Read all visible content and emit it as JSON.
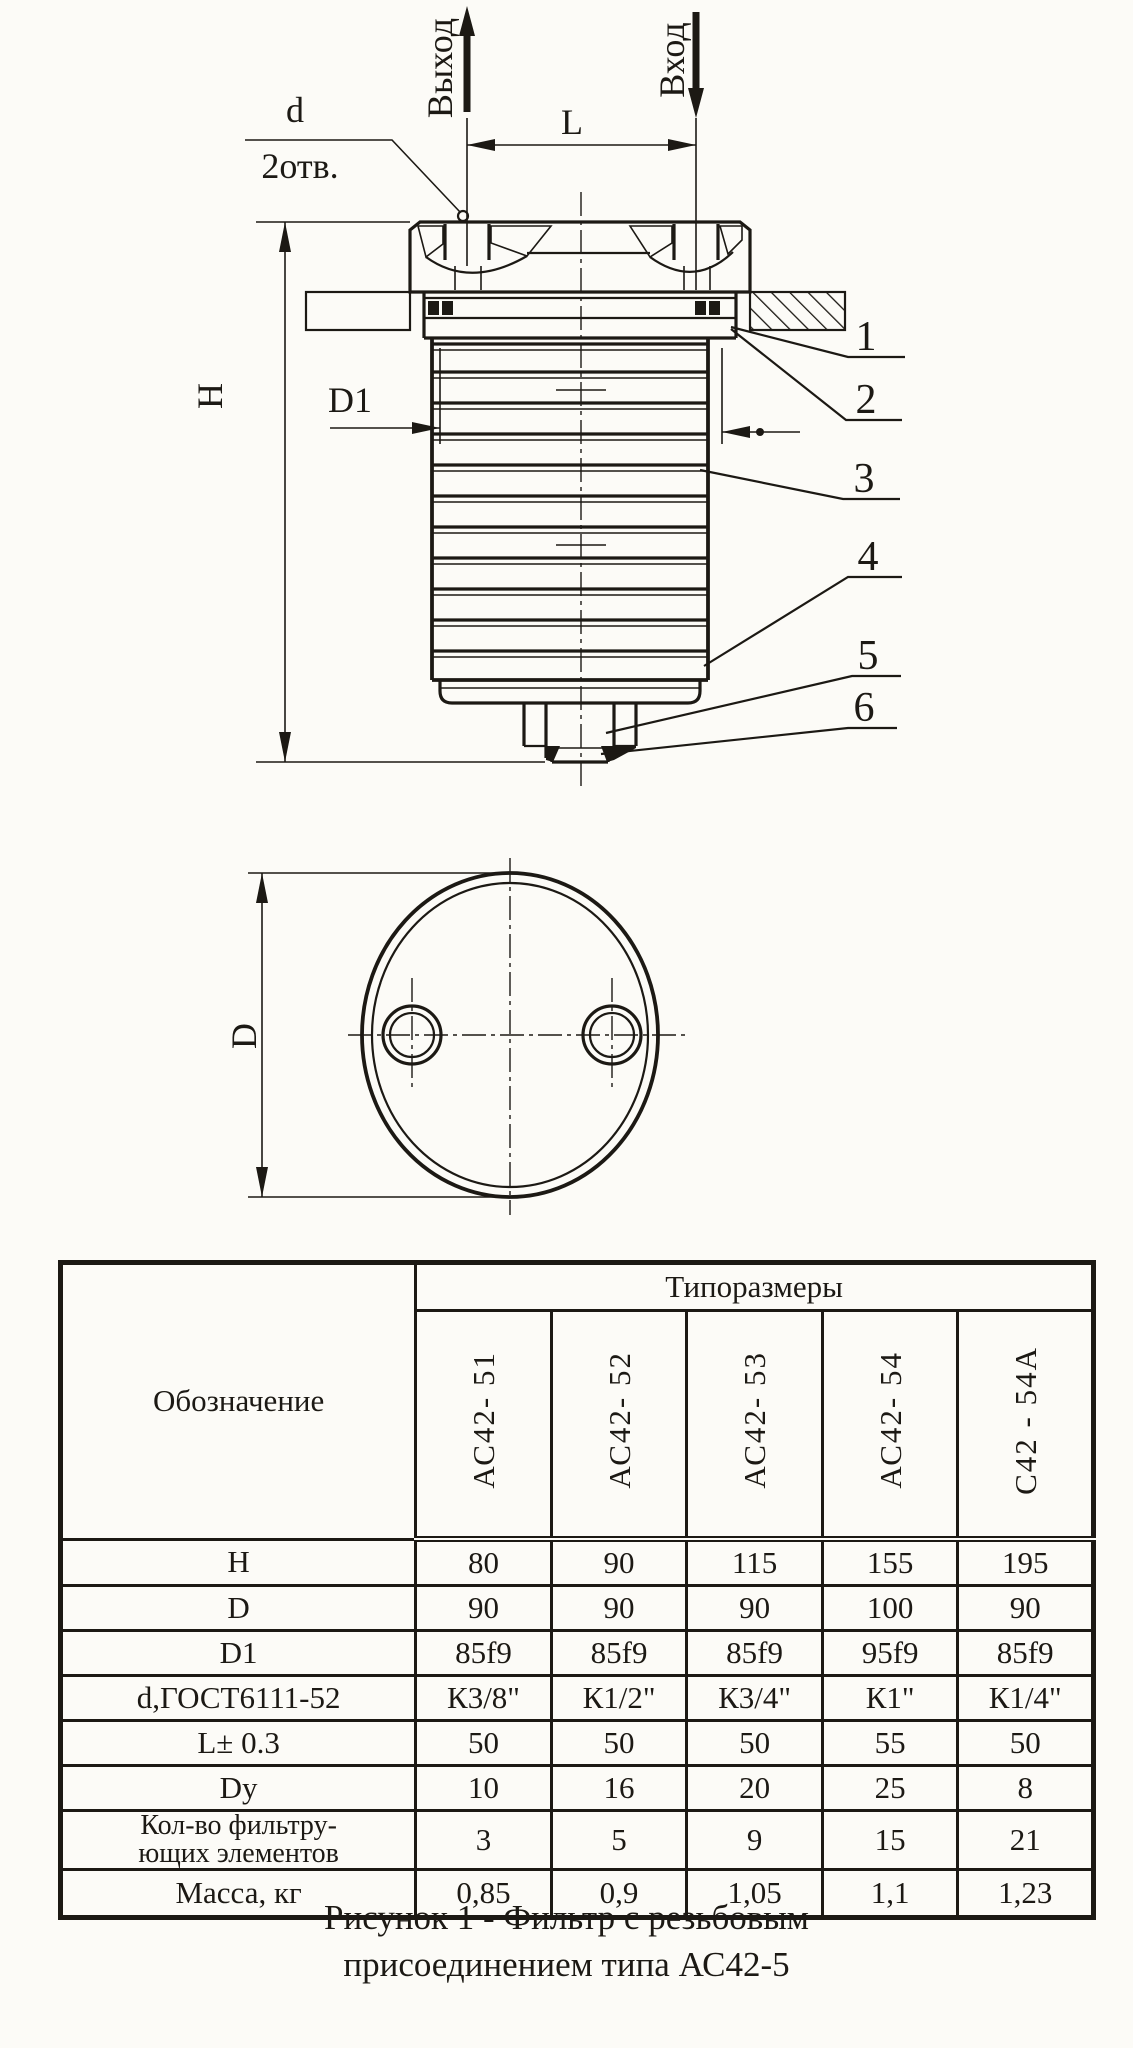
{
  "drawing": {
    "flow_out_label": "Выход",
    "flow_in_label": "Вход",
    "dim_L": "L",
    "dim_d": "d",
    "holes_note": "2отв.",
    "dim_H": "H",
    "dim_D1": "D1",
    "dim_D": "D",
    "callouts": [
      "1",
      "2",
      "3",
      "4",
      "5",
      "6"
    ]
  },
  "table": {
    "group_header": "Типоразмеры",
    "designation_header": "Обозначение",
    "type_columns": [
      "АС42- 51",
      "АС42- 52",
      "АС42- 53",
      "АС42- 54",
      "С42 - 54А"
    ],
    "rows": [
      {
        "label": "H",
        "values": [
          "80",
          "90",
          "115",
          "155",
          "195"
        ]
      },
      {
        "label": "D",
        "values": [
          "90",
          "90",
          "90",
          "100",
          "90"
        ]
      },
      {
        "label": "D1",
        "values": [
          "85f9",
          "85f9",
          "85f9",
          "95f9",
          "85f9"
        ]
      },
      {
        "label": "d,ГОСТ6111-52",
        "values": [
          "К3/8\"",
          "К1/2\"",
          "К3/4\"",
          "К1\"",
          "К1/4\""
        ]
      },
      {
        "label": "L± 0.3",
        "values": [
          "50",
          "50",
          "50",
          "55",
          "50"
        ]
      },
      {
        "label": "Dy",
        "values": [
          "10",
          "16",
          "20",
          "25",
          "8"
        ]
      },
      {
        "label": "Кол-во фильтру-",
        "label2": "ющих элементов",
        "values": [
          "3",
          "5",
          "9",
          "15",
          "21"
        ]
      },
      {
        "label": "Масса, кг",
        "values": [
          "0,85",
          "0,9",
          "1,05",
          "1,1",
          "1,23"
        ]
      }
    ]
  },
  "caption": {
    "line1": "Рисунок 1 - Фильтр с резьбовым",
    "line2": "присоединением типа  АС42-5"
  }
}
